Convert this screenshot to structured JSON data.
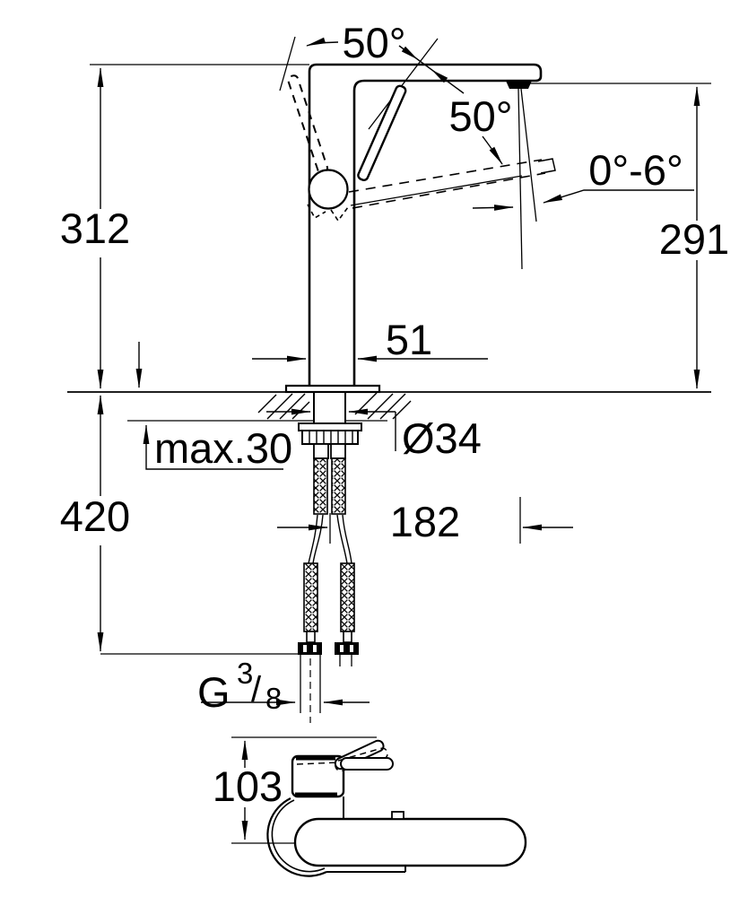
{
  "drawing": {
    "type": "technical-dimension-drawing",
    "subject": "single-lever high-spout basin mixer, front elevation and plan view",
    "colors": {
      "line": "#000000",
      "background": "#ffffff"
    },
    "front": {
      "handle_angle_left": "50°",
      "handle_angle_right": "50°",
      "spout_tilt_range": "0°-6°",
      "height_total": "312",
      "height_to_outlet": "291",
      "body_width": "51",
      "shank_diameter": "Ø34",
      "max_deck_thickness": "max.30",
      "hose_length_below_deck": "420",
      "spout_projection": "182",
      "thread": {
        "prefix": "G",
        "numerator": "3",
        "slash": "/",
        "denominator": "8"
      }
    },
    "plan": {
      "body_depth": "103"
    }
  }
}
